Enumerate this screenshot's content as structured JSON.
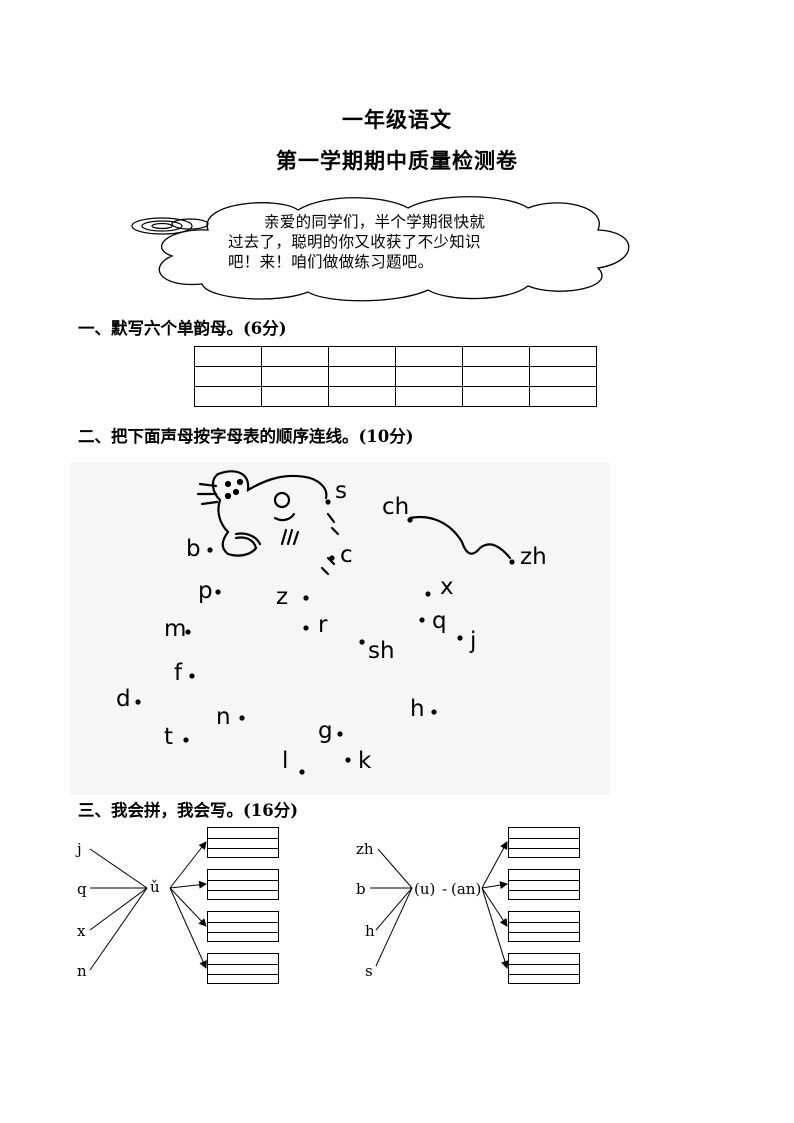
{
  "title": "一年级语文",
  "subtitle": "第一学期期中质量检测卷",
  "cloud": {
    "line1": "亲爱的同学们，半个学期很快就",
    "line2": "过去了，聪明的你又收获了不少知识",
    "line3": "吧！来！咱们做做练习题吧。"
  },
  "section1": {
    "heading": "一、默写六个单韵母。(6分)",
    "grid_columns": 6,
    "grid_rows": 3
  },
  "section2": {
    "heading": "二、把下面声母按字母表的顺序连线。(10分)",
    "letters": [
      "s",
      "ch",
      "zh",
      "b",
      "c",
      "p",
      "z",
      "x",
      "m",
      "r",
      "q",
      "j",
      "sh",
      "f",
      "d",
      "h",
      "n",
      "t",
      "g",
      "k",
      "l"
    ]
  },
  "section3": {
    "heading": "三、我会拼，我会写。(16分)",
    "left": {
      "initials": [
        "j",
        "q",
        "x",
        "n"
      ],
      "final": "ǔ"
    },
    "right": {
      "initials": [
        "zh",
        "b",
        "h",
        "s"
      ],
      "final_u": "(u)",
      "final_an": "(an)",
      "dash": "-"
    }
  }
}
